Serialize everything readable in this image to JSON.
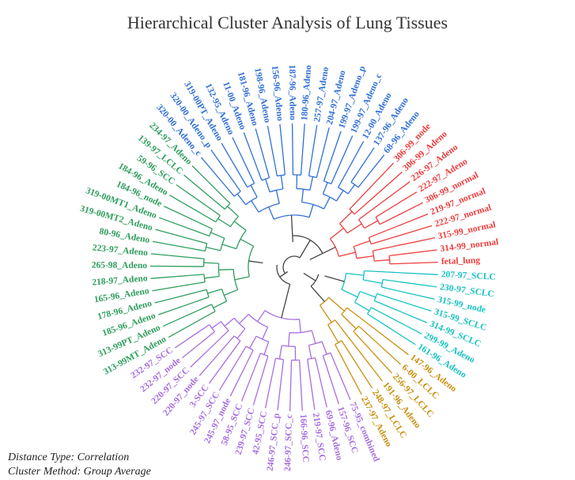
{
  "title": "Hierarchical Cluster Analysis of Lung Tissues",
  "footer": {
    "distance": "Distance Type: Correlation",
    "method": "Cluster Method: Group Average"
  },
  "chart_data": {
    "type": "dendrogram",
    "layout": "circular",
    "title": "Hierarchical Cluster Analysis of Lung Tissues",
    "root_color": "#444444",
    "clusters": [
      {
        "name": "red",
        "color": "#ee3d3d",
        "leaves": [
          "fetal_lung",
          "314-99_normal",
          "315-99_normal",
          "222-97_normal",
          "219-97_normal",
          "306-99_normal",
          "222-97_Adeno",
          "226-97_Adeno",
          "306-99_Adeno",
          "306-99_node"
        ]
      },
      {
        "name": "blue",
        "color": "#2f6fd8",
        "leaves": [
          "68-96_Adeno",
          "137-96_Adeno",
          "12-00_Adeno",
          "199-97_Adeno_c",
          "199-97_Adeno_p",
          "204-97_Adeno",
          "257-97_Adeno",
          "180-96_Adeno",
          "187-96_Adeno",
          "156-96_Adeno",
          "198-96_Adeno",
          "181-96_Adeno",
          "11-00_Adeno",
          "132-95_Adeno",
          "319-00PT_Adeno",
          "320-00_Adeno_p",
          "320-00_Adeno_c"
        ]
      },
      {
        "name": "green",
        "color": "#2e9e5e",
        "leaves": [
          "234-97_Adeno",
          "139-97_LCLC",
          "59-96_SCC",
          "184-96_Adeno",
          "184-96_node",
          "319-00MT1_Adeno",
          "319-00MT2_Adeno",
          "80-96_Adeno",
          "223-97_Adeno",
          "265-98_Adeno",
          "218-97_Adeno",
          "165-96_Adeno",
          "178-96_Adeno",
          "185-96_Adeno",
          "313-99PT_Adeno",
          "313-99MT_Adeno"
        ]
      },
      {
        "name": "purple",
        "color": "#a66ee0",
        "leaves": [
          "232-97_SCC",
          "232-97_node",
          "220-97_SCC",
          "220-97_node",
          "3-SCC",
          "245-97_SCC",
          "245-97_node",
          "58-95_SCC",
          "239-97_SCC",
          "42-95_SCC",
          "246-97_SCC_p",
          "246-97_SCC_c",
          "166-96_SCC",
          "219-97_SCC",
          "69-96_Adeno",
          "157-96_SCC",
          "75-95_combined"
        ]
      },
      {
        "name": "gold",
        "color": "#c8900e",
        "leaves": [
          "237-97_Adeno",
          "248-97_LCLC",
          "191-96_Adeno",
          "256-97_LCLC",
          "6-00_LCLC",
          "147-96_Adeno"
        ]
      },
      {
        "name": "cyan",
        "color": "#19c2c2",
        "leaves": [
          "161-96_Adeno",
          "299-99_Adeno",
          "314-99_SCLC",
          "315-99_SCLC",
          "315-99_node",
          "230-97_SCLC",
          "207-97_SCLC"
        ]
      }
    ]
  }
}
